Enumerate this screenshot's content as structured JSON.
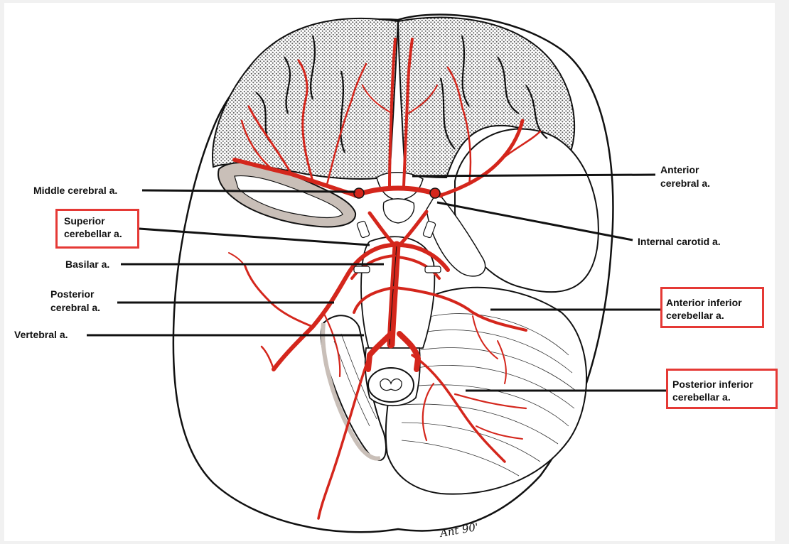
{
  "labels": {
    "middle_cerebral": "Middle cerebral a.",
    "superior_cerebellar_1": "Superior",
    "superior_cerebellar_2": "cerebellar a.",
    "basilar": "Basilar a.",
    "posterior_cerebral_1": "Posterior",
    "posterior_cerebral_2": "cerebral a.",
    "vertebral": "Vertebral a.",
    "anterior_cerebral_1": "Anterior",
    "anterior_cerebral_2": "cerebral a.",
    "internal_carotid": "Internal carotid a.",
    "aica_1": "Anterior inferior",
    "aica_2": "cerebellar a.",
    "pica_1": "Posterior inferior",
    "pica_2": "cerebellar a."
  },
  "highlighted_labels": [
    "Superior cerebellar a.",
    "Anterior inferior cerebellar a.",
    "Posterior inferior cerebellar a."
  ],
  "signature": "Ant 90'",
  "colors": {
    "artery": "#d4261c",
    "highlight_box": "#e53935",
    "outline": "#111111",
    "stipple": "#6b6b6b",
    "temporal_pole": "#c9bfb8"
  }
}
